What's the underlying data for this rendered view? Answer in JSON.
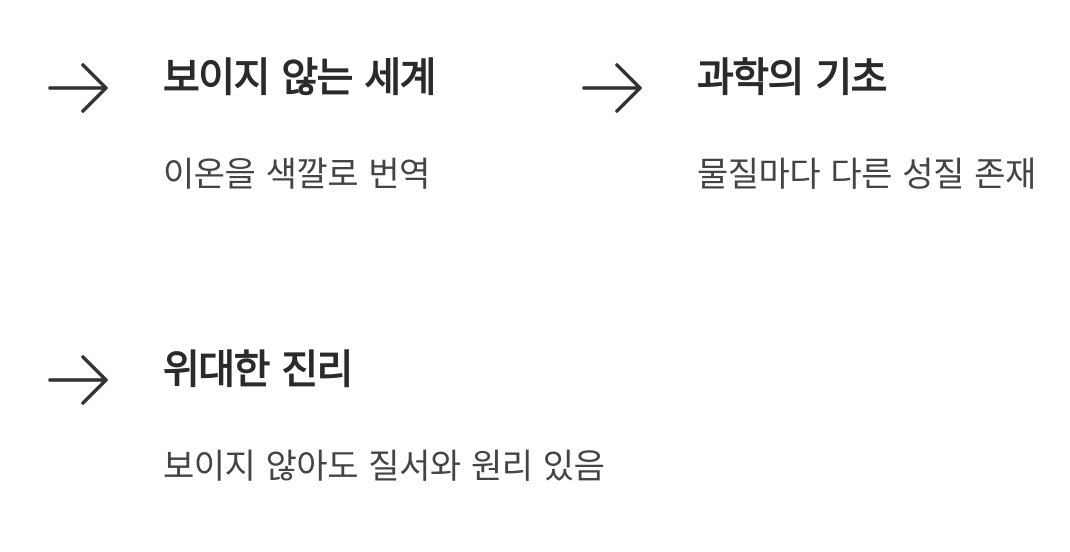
{
  "colors": {
    "background": "#ffffff",
    "title": "#2a2a2a",
    "text": "#444444",
    "arrow": "#333333"
  },
  "items": [
    {
      "icon": "arrow-right-icon",
      "title": "보이지 않는 세계",
      "description": "이온을 색깔로 번역"
    },
    {
      "icon": "arrow-right-icon",
      "title": "과학의 기초",
      "description": "물질마다 다른 성질 존재"
    },
    {
      "icon": "arrow-right-icon",
      "title": "위대한 진리",
      "description": "보이지 않아도 질서와 원리 있음"
    }
  ]
}
